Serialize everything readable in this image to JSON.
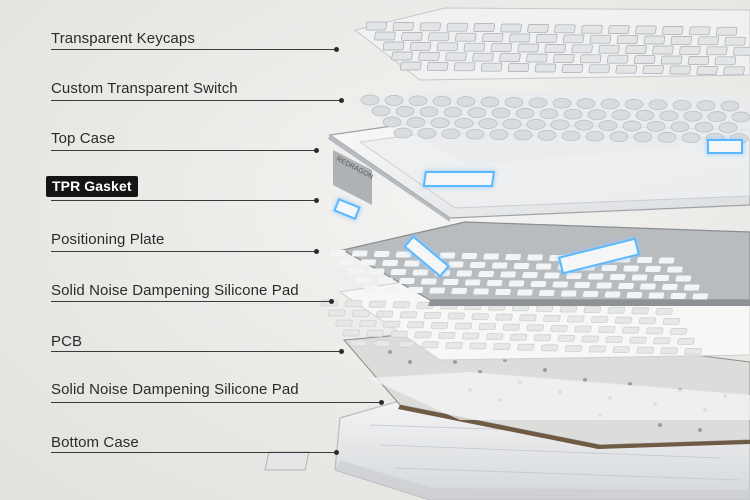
{
  "labels": [
    {
      "text": "Transparent Keycaps"
    },
    {
      "text": "Custom Transparent Switch"
    },
    {
      "text": "Top Case"
    },
    {
      "text": "TPR Gasket"
    },
    {
      "text": "Positioning Plate"
    },
    {
      "text": "Solid Noise Dampening Silicone Pad"
    },
    {
      "text": "PCB"
    },
    {
      "text": "Solid Noise Dampening Silicone Pad"
    },
    {
      "text": "Bottom Case"
    }
  ],
  "brand": "REDRAGON",
  "colors": {
    "label_text": "#2b2b2b",
    "highlight_bg": "#141414",
    "gasket_glow": "#5ab8ff",
    "background": "#ecebe8"
  }
}
